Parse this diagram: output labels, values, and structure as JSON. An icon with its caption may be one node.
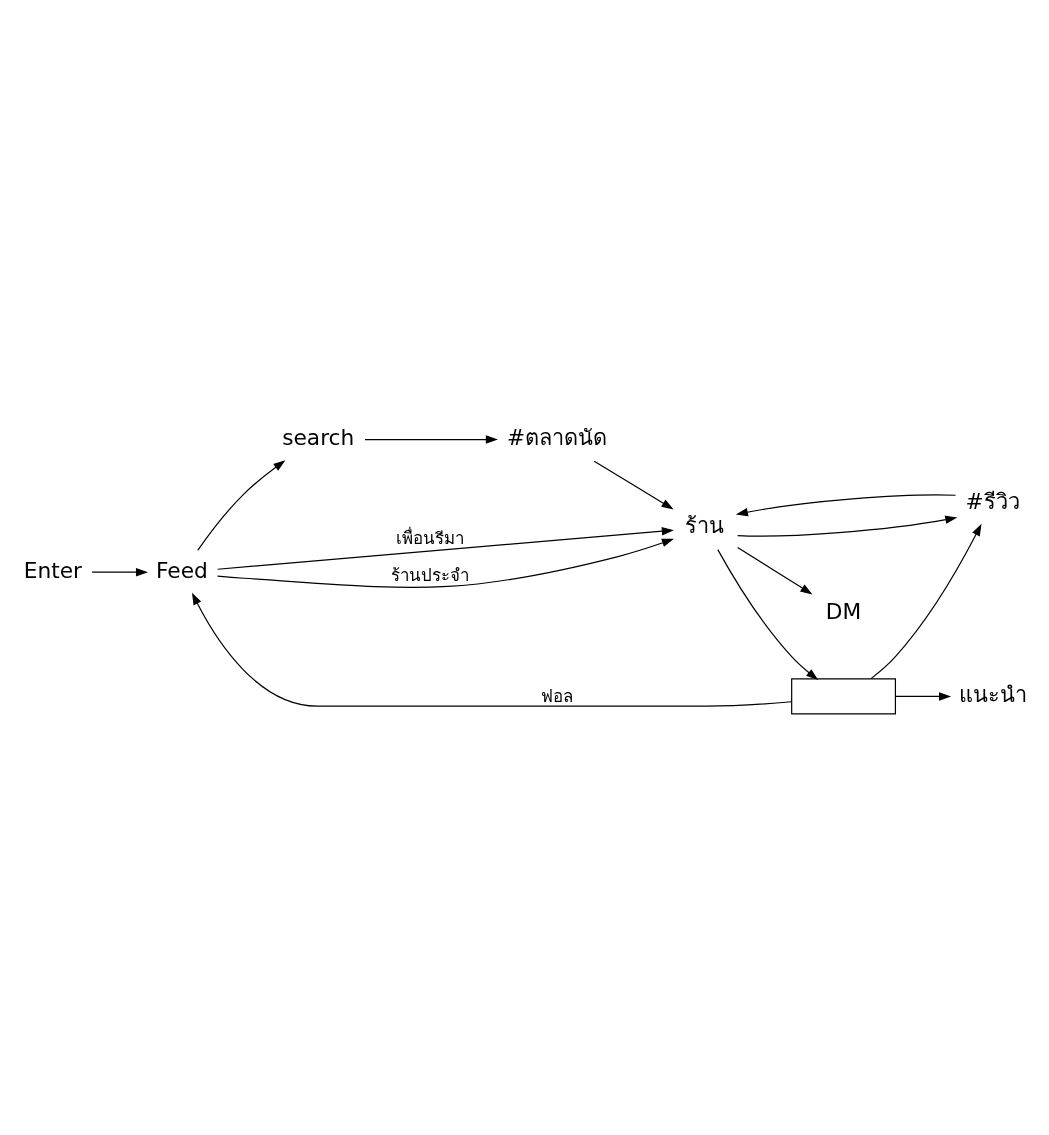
{
  "diagram": {
    "nodes": [
      {
        "text": [
          "Enter"
        ]
      },
      {
        "text": [
          "Feed"
        ]
      },
      {
        "text": [
          "search"
        ]
      },
      {
        "text": [
          "#ตลาดนัด"
        ]
      },
      {
        "text": [
          "DM"
        ]
      },
      {
        "text": [
          "ร้าน"
        ]
      },
      {
        "text": [],
        "shape": "box"
      },
      {
        "text": [
          "แนะนำ"
        ]
      },
      {
        "text": [
          "#รีวิว"
        ]
      }
    ],
    "edges": [
      {
        "from": 0,
        "to": 1,
        "arrow": "to"
      },
      {
        "from": 1,
        "to": 2,
        "arrow": "to"
      },
      {
        "from": 2,
        "to": 3,
        "arrow": "to"
      },
      {
        "from": 3,
        "to": 5,
        "arrow": "to"
      },
      {
        "from": 1,
        "to": 5,
        "label": "เพื่อนรีมา",
        "arrow": "to"
      },
      {
        "from": 1,
        "to": 5,
        "label": "ร้านประจำ",
        "arrow": "to"
      },
      {
        "from": 5,
        "to": 4,
        "arrow": "to"
      },
      {
        "from": 5,
        "to": 6,
        "arrow": "to"
      },
      {
        "from": 5,
        "to": 8,
        "arrow": "to"
      },
      {
        "from": 8,
        "to": 5,
        "arrow": "to"
      },
      {
        "from": 6,
        "to": 7,
        "arrow": "to"
      },
      {
        "from": 6,
        "to": 8,
        "arrow": "to"
      },
      {
        "from": 6,
        "to": 1,
        "label": "ฟอล",
        "arrow": "to"
      }
    ]
  }
}
